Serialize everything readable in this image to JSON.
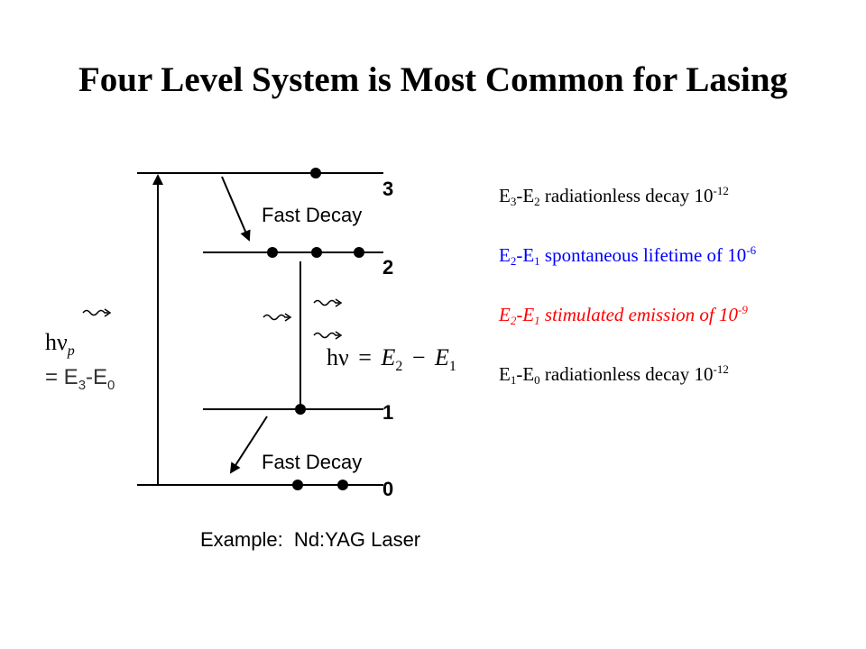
{
  "title": "Four Level System is Most Common for Lasing",
  "levels": [
    {
      "label": "0"
    },
    {
      "label": "1"
    },
    {
      "label": "2"
    },
    {
      "label": "3"
    }
  ],
  "decay_labels": {
    "upper": "Fast Decay",
    "lower": "Fast Decay"
  },
  "pump": {
    "symbol": "hν",
    "subscript": "p",
    "equation": "= E",
    "eq_sub_a": "3",
    "eq_mid": "-E",
    "eq_sub_b": "0"
  },
  "emission": {
    "lhs": "hν",
    "equals": "=",
    "e2": "E",
    "e2_sub": "2",
    "minus": "−",
    "e1": "E",
    "e1_sub": "1"
  },
  "example": "Example:  Nd:YAG Laser",
  "notes": [
    {
      "color": "#000000",
      "a": "E",
      "a_sub": "3",
      "dash": "-E",
      "b_sub": "2",
      "text": " radiationless decay 10",
      "exp": "-12"
    },
    {
      "color": "#0000ff",
      "a": "E",
      "a_sub": "2",
      "dash": "-E",
      "b_sub": "1",
      "text": " spontaneous lifetime of 10",
      "exp": "-6"
    },
    {
      "color": "#ff0000",
      "a": "E",
      "a_sub": "2",
      "dash": "-E",
      "b_sub": "1",
      "text": " stimulated emission of 10",
      "exp": "-9"
    },
    {
      "color": "#000000",
      "a": "E",
      "a_sub": "1",
      "dash": "-E",
      "b_sub": "0",
      "text": " radiationless decay 10",
      "exp": "-12"
    }
  ]
}
